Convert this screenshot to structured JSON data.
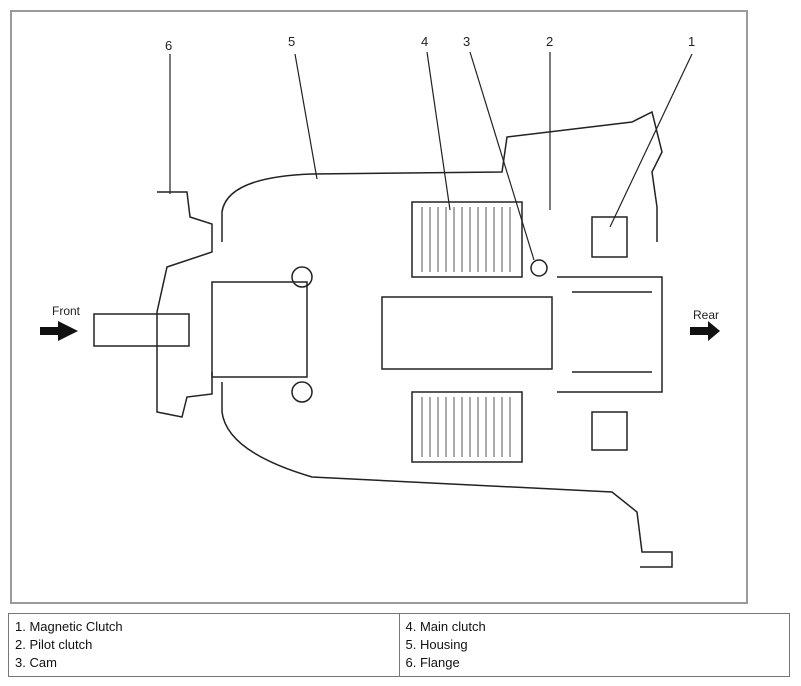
{
  "callouts": [
    "1",
    "2",
    "3",
    "4",
    "5",
    "6"
  ],
  "directions": {
    "front": "Front",
    "rear": "Rear"
  },
  "legend": {
    "left": [
      "1. Magnetic Clutch",
      "2. Pilot clutch",
      "3. Cam"
    ],
    "right": [
      "4. Main clutch",
      "5. Housing",
      "6. Flange"
    ]
  }
}
